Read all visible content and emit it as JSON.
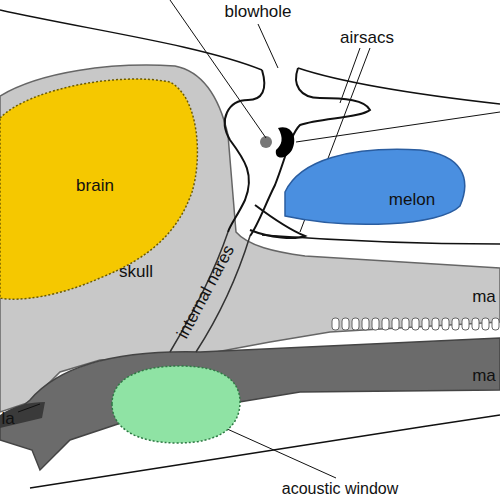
{
  "diagram": {
    "nodes": [
      {
        "text": [
          "brain"
        ]
      },
      {
        "text": [
          "melon"
        ]
      },
      {
        "text": [
          "acoustic window"
        ]
      }
    ],
    "labels": [
      "blowhole",
      "airsacs",
      "skull",
      "internal nares",
      "ma",
      "ma",
      "la"
    ]
  }
}
